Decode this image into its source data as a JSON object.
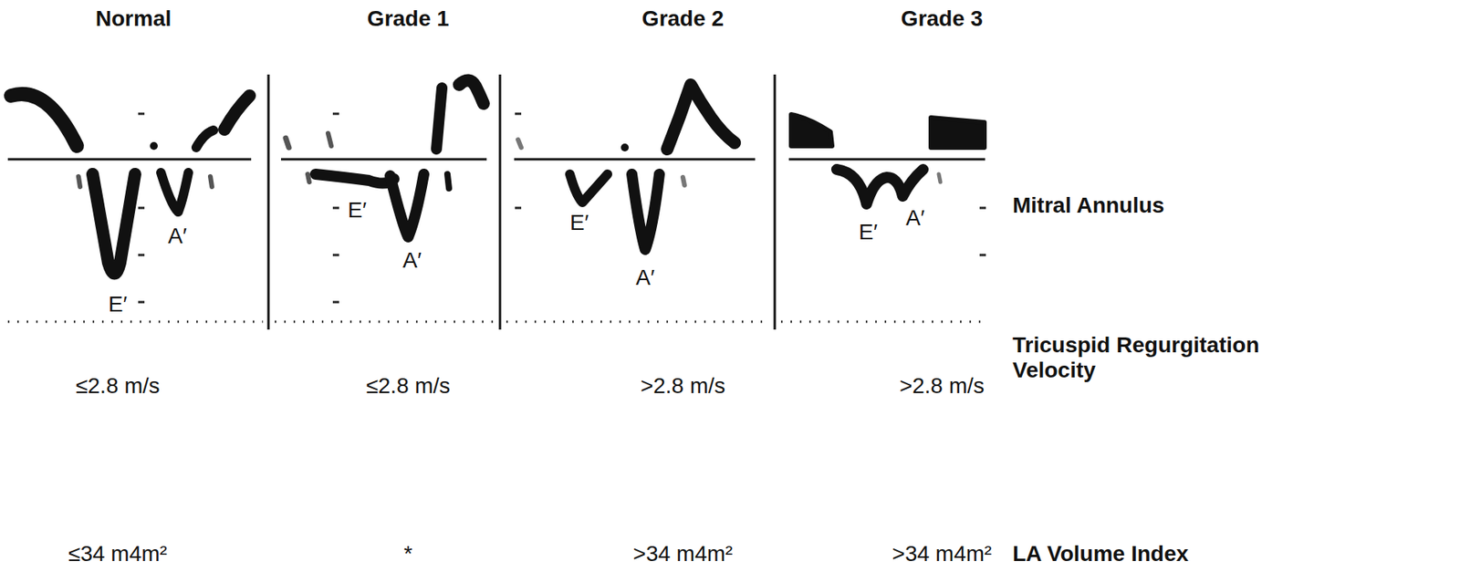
{
  "diagram": {
    "labels": [
      "Normal",
      "Grade 1",
      "Grade 2",
      "Grade 3",
      "E′",
      "A′",
      "E′",
      "A′",
      "E′",
      "A′",
      "E′",
      "A′",
      "Mitral Annulus",
      "≤2.8 m/s",
      "≤2.8 m/s",
      ">2.8 m/s",
      ">2.8 m/s",
      "Tricuspid Regurgitation Velocity",
      "≤34 m4m²",
      "*",
      ">34 m4m²",
      ">34 m4m²",
      "LA Volume Index"
    ]
  }
}
